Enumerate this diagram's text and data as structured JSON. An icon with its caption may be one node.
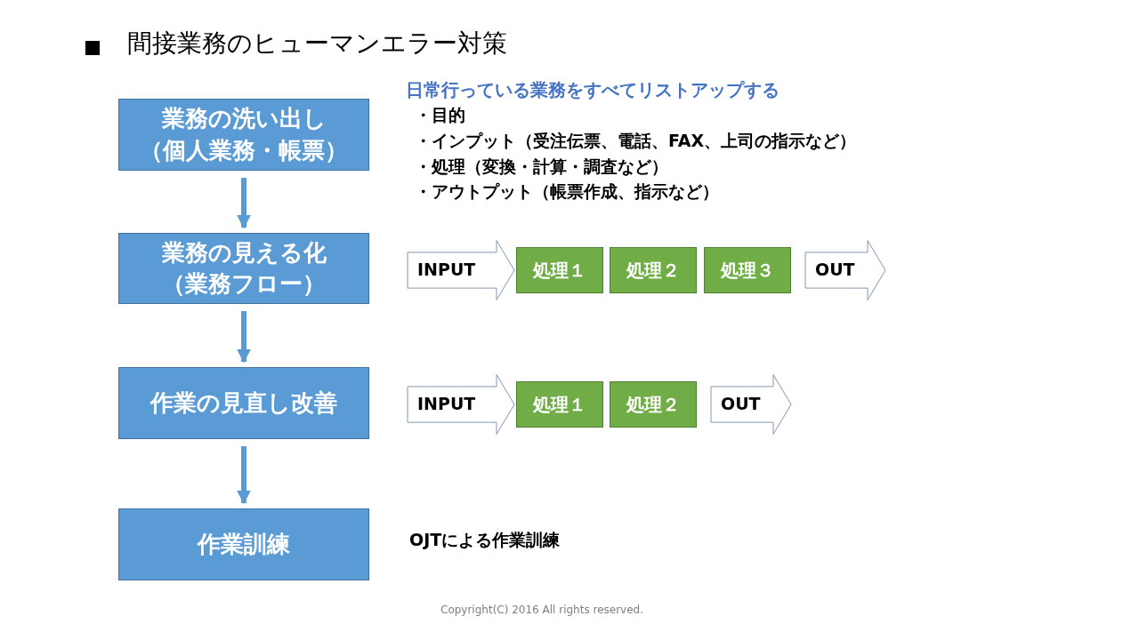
{
  "diagram": {
    "title": "間接業務のヒューマンエラー対策",
    "nodes": [
      {
        "text": [
          "業務の洗い出し（個人業務・帳票）"
        ]
      },
      {
        "text": [
          "業務の見える化（業務フロー）"
        ]
      },
      {
        "text": [
          "作業の見直し改善"
        ]
      },
      {
        "text": [
          "作業訓練"
        ]
      },
      {
        "text": [
          "処理１"
        ]
      },
      {
        "text": [
          "処理２"
        ]
      },
      {
        "text": [
          "処理３"
        ]
      },
      {
        "text": [
          "処理１"
        ]
      },
      {
        "text": [
          "処理２"
        ]
      }
    ],
    "edges": [
      {
        "from": 0,
        "to": 1,
        "arrow": "to"
      },
      {
        "from": 1,
        "to": 2,
        "arrow": "to"
      },
      {
        "from": 2,
        "to": 3,
        "arrow": "to"
      },
      {
        "from": null,
        "to": 4,
        "arrow": "to",
        "label": "INPUT"
      },
      {
        "from": 6,
        "to": null,
        "arrow": "to",
        "label": "OUT"
      },
      {
        "from": null,
        "to": 7,
        "arrow": "to",
        "label": "INPUT"
      },
      {
        "from": 8,
        "to": null,
        "arrow": "to",
        "label": "OUT"
      }
    ],
    "labels": [
      "日常行っている業務をすべてリストアップする",
      "・目的",
      "・インプット（受注伝票、電話、FAX、上司の指示など）",
      "・処理（変換・計算・調査など）",
      "・アウトプット（帳票作成、指示など）",
      "OJTによる作業訓練",
      "Copyright(C) 2016 All rights reserved."
    ]
  }
}
